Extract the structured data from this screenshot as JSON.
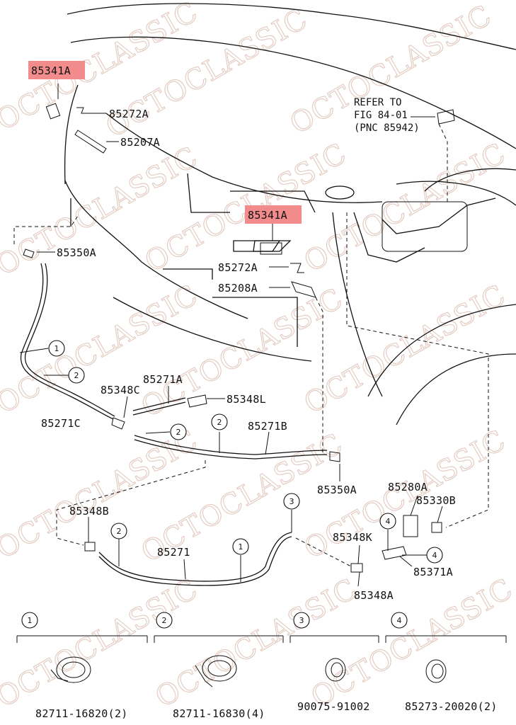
{
  "watermark": {
    "text": "OCTOCLASSIC",
    "color": "#e2c9bf"
  },
  "highlight_color": "#f28b8b",
  "labels": {
    "p85341a_top": "85341A",
    "p85341a_mid": "85341A",
    "p85272a_top": "85272A",
    "p85207a": "85207A",
    "p85350a_left": "85350A",
    "p85272a_mid": "85272A",
    "p85208a": "85208A",
    "p85271a": "85271A",
    "p85348c": "85348C",
    "p85348l": "85348L",
    "p85271c": "85271C",
    "p85271b": "85271B",
    "p85350a_right": "85350A",
    "p85280a": "85280A",
    "p85330b": "85330B",
    "p85348b": "85348B",
    "p85271": "85271",
    "p85348k": "85348K",
    "p85371a": "85371A",
    "p85348a": "85348A"
  },
  "refer_note": [
    "REFER TO",
    "FIG 84-01",
    "(PNC 85942)"
  ],
  "callouts": [
    "1",
    "2",
    "3",
    "4"
  ],
  "legend": [
    {
      "num": "1",
      "part": "82711-16820(2)"
    },
    {
      "num": "2",
      "part": "82711-16830(4)"
    },
    {
      "num": "3",
      "part": "90075-91002"
    },
    {
      "num": "4",
      "part": "85273-20020(2)"
    }
  ]
}
